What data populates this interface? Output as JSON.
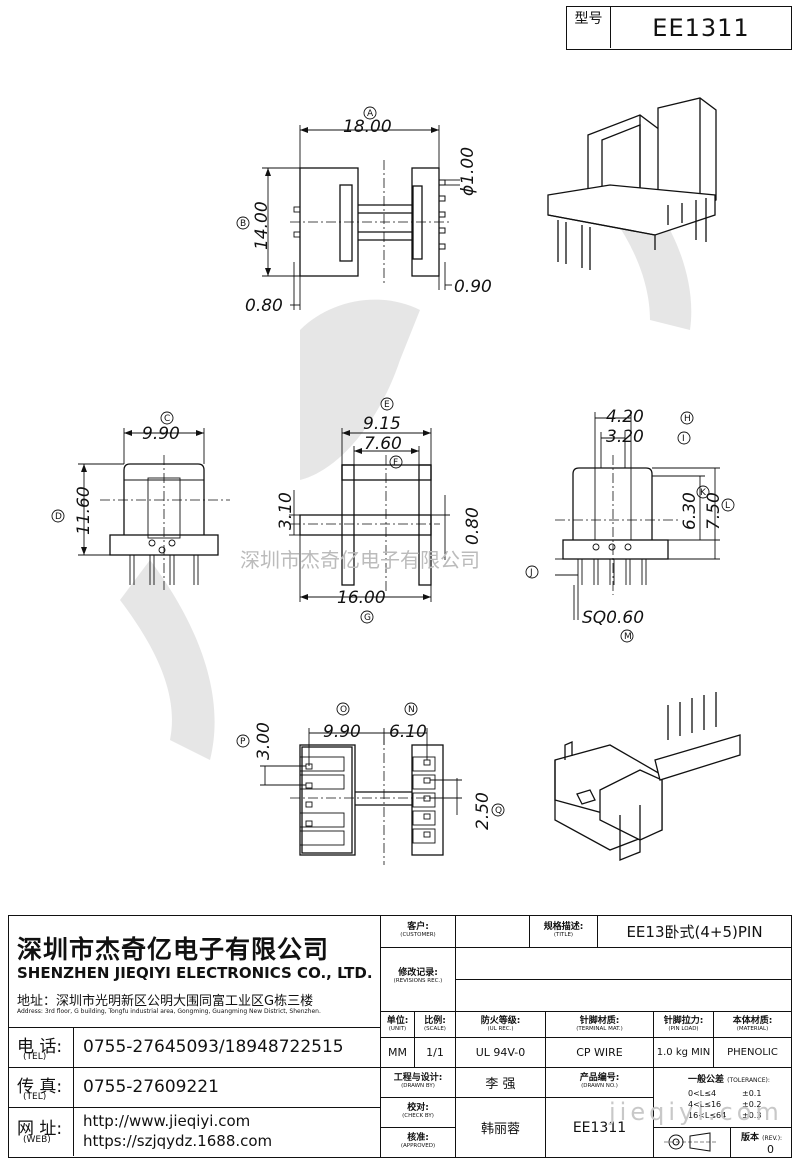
{
  "header": {
    "model_label": "型号",
    "model_value": "EE1311"
  },
  "drawing": {
    "dims": {
      "A": "18.00",
      "B": "14.00",
      "phi": "ϕ1.00",
      "d080a": "0.80",
      "d090": "0.90",
      "C": "9.90",
      "D": "11.60",
      "E": "9.15",
      "F": "7.60",
      "d310": "3.10",
      "d080b": "0.80",
      "G": "16.00",
      "H": "4.20",
      "I": "3.20",
      "K": "6.30",
      "L": "7.50",
      "M": "SQ0.60",
      "O": "9.90",
      "N": "6.10",
      "P": "3.00",
      "Q": "2.50"
    },
    "letters": {
      "A": "A",
      "B": "B",
      "C": "C",
      "D": "D",
      "E": "E",
      "F": "F",
      "G": "G",
      "H": "H",
      "I": "I",
      "J": "J",
      "K": "K",
      "L": "L",
      "M": "M",
      "N": "N",
      "O": "O",
      "P": "P",
      "Q": "Q"
    },
    "watermark": "深圳市杰奇亿电子有限公司",
    "watermark_url": "jieqiyi.com"
  },
  "company": {
    "name_cn": "深圳市杰奇亿电子有限公司",
    "name_en": "SHENZHEN JIEQIYI ELECTRONICS CO., LTD.",
    "address_cn": "地址：深圳市光明新区公明大围同富工业区G栋三楼",
    "address_en": "Address: 3rd floor, G building, Tongfu industrial area, Gongming, Guangming New District, Shenzhen.",
    "tel_label": "电 话:",
    "tel_en": "(TEL)",
    "tel_value": "0755-27645093/18948722515",
    "fax_label": "传 真:",
    "fax_en": "(TEL)",
    "fax_value": "0755-27609221",
    "web_label": "网 址:",
    "web_en": "(WEB)",
    "web_value_1": "http://www.jieqiyi.com",
    "web_value_2": "https://szjqydz.1688.com"
  },
  "title_block": {
    "customer_cn": "客户:",
    "customer_en": "(CUSTOMER)",
    "customer_value": "",
    "spec_cn": "规格描述:",
    "spec_en": "(TITLE)",
    "spec_value": "EE13卧式(4+5)PIN",
    "revisions_cn": "修改记录:",
    "revisions_en": "(REVISIONS REC.)",
    "unit_cn": "单位:",
    "unit_en": "(UNIT)",
    "unit_value": "MM",
    "scale_cn": "比例:",
    "scale_en": "(SCALE)",
    "scale_value": "1/1",
    "ul_cn": "防火等级:",
    "ul_en": "(UL REC.)",
    "ul_value": "UL 94V-0",
    "terminal_cn": "针脚材质:",
    "terminal_en": "(TERMINAL MAT.)",
    "terminal_value": "CP WIRE",
    "pinload_cn": "针脚拉力:",
    "pinload_en": "(PIN LOAD)",
    "pinload_value": "1.0 kg MIN",
    "material_cn": "本体材质:",
    "material_en": "(MATERIAL)",
    "material_value": "PHENOLIC",
    "drawn_cn": "工程与设计:",
    "drawn_en": "(DRAWN BY)",
    "drawn_value": "李  强",
    "partno_cn": "产品编号:",
    "partno_en": "(DRAWN NO.)",
    "partno_value": "EE1311",
    "check_cn": "校对:",
    "check_en": "(CHECK BY)",
    "check_value": "韩丽蓉",
    "approved_cn": "核准:",
    "approved_en": "(APPROVED)",
    "approved_value": "",
    "tol_cn": "一般公差",
    "tol_en": "(TOLERANCE):",
    "tol_rows": [
      {
        "range": "0<L≤4",
        "value": "±0.1"
      },
      {
        "range": "4<L≤16",
        "value": "±0.2"
      },
      {
        "range": "16<L≤64",
        "value": "±0.3"
      }
    ],
    "rev_cn": "版本",
    "rev_en": "(REV.):",
    "rev_value": "0"
  }
}
